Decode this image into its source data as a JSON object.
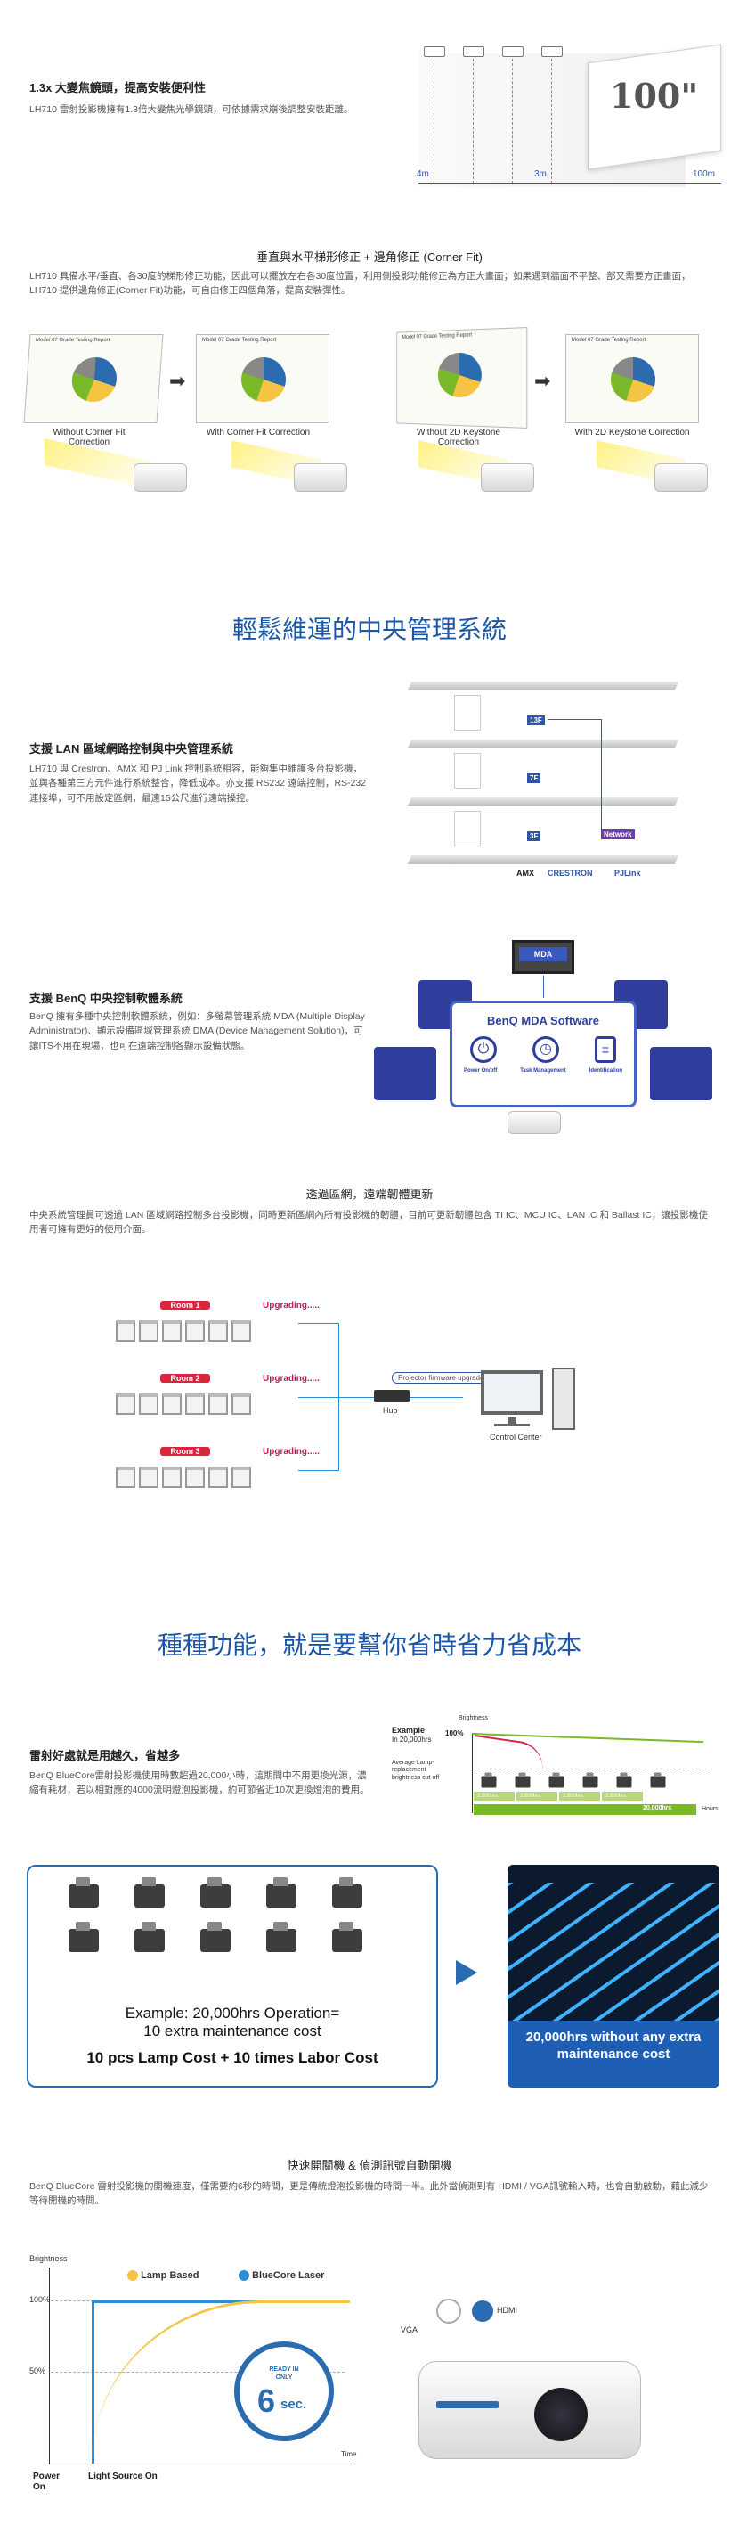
{
  "zoom": {
    "title": "1.3x 大變焦鏡頭，提高安裝便利性",
    "body": "LH710 雷射投影機擁有1.3倍大變焦光學鏡頭，可依據需求崩後調整安裝距離。",
    "screen_label": "100\"",
    "dist_labels": [
      "4m",
      "3m",
      "100m"
    ]
  },
  "keystone": {
    "title": "垂直與水平梯形修正 + 邊角修正 (Corner Fit)",
    "body": "LH710 具備水平/垂直、各30度的梯形修正功能，因此可以擺放左右各30度位置，利用側投影功能修正為方正大畫面；如果遇到牆面不平整、部又需要方正畫面，LH710 提供邊角修正(Corner Fit)功能，可自由修正四個角落，提高安裝彈性。",
    "report_title": "Model 07 Grade Testing Report",
    "captions": [
      "Without Corner Fit Correction",
      "With Corner Fit Correction",
      "Without 2D Keystone Correction",
      "With 2D Keystone Correction"
    ]
  },
  "central": {
    "heading": "輕鬆維運的中央管理系統"
  },
  "lan": {
    "title": "支援 LAN 區域網路控制與中央管理系統",
    "body": "LH710 與 Crestron、AMX 和 PJ Link 控制系統相容，能夠集中維護多台投影機，並與各種第三方元件進行系統整合，降低成本。亦支援 RS232 遠端控制，RS-232連接埠，可不用設定區網，最遠15公尺進行遠端操控。",
    "floors": [
      "13F",
      "7F",
      "3F"
    ],
    "network_label": "Network",
    "brand_labels": [
      "AMX",
      "CRESTRON",
      "PJLink"
    ]
  },
  "mda": {
    "title": "支援 BenQ 中央控制軟體系統",
    "body": "BenQ 擁有多種中央控制軟體系統，例如：多螢幕管理系統 MDA (Multiple Display Administrator)、顯示設備區域管理系統 DMA (Device Management Solution)，可讓ITS不用在現場，也可在遠端控制各顯示設備狀態。",
    "badge": "MDA",
    "panel_title": "BenQ MDA Software",
    "features": [
      "Power On/off",
      "Task Management",
      "Identification"
    ]
  },
  "ota": {
    "title": "透過區網，遠端韌體更新",
    "body": "中央系統管理員可透過 LAN 區域網路控制多台投影機，同時更新區網內所有投影機的韌體，目前可更新韌體包含 TI IC、MCU IC、LAN IC 和 Ballast IC，讓投影機使用者可擁有更好的使用介面。",
    "rooms": [
      "Room 1",
      "Room 2",
      "Room 3"
    ],
    "upgrading": "Upgrading.....",
    "fw_label": "Projector firmware upgrade",
    "hub_label": "Hub",
    "control_label": "Control Center"
  },
  "features": {
    "heading": "種種功能，就是要幫你省時省力省成本"
  },
  "laser": {
    "title": "雷射好處就是用越久，省越多",
    "body": "BenQ BlueCore雷射投影機使用時數超過20,000小時，這期間中不用更換光源，濃縮有耗材，若以相對應的4000流明燈泡投影機，約可節省近10次更換燈泡的費用。",
    "chart_example": "Example",
    "chart_hours": "In 20,000hrs",
    "brightness_label": "Brightness",
    "pct_label": "100%",
    "cutoff_label": "Average Lamp-replacement brightness cut off",
    "bar_labels": [
      "2,000hrs",
      "2,000hrs",
      "2,000hrs",
      "2,000hrs"
    ],
    "end_label": "20,000hrs",
    "hours_label": "Hours"
  },
  "cost": {
    "example_line1": "Example: 20,000hrs Operation=",
    "example_line2": "10 extra maintenance cost",
    "cost_line": "10 pcs Lamp Cost + 10 times Labor Cost",
    "no_cost": "20,000hrs without any extra maintenance cost"
  },
  "quick": {
    "title": "快速開關機 & 偵測訊號自動開機",
    "body": "BenQ BlueCore 雷射投影機的開機速度，僅需要約6秒的時間，更是傳統燈泡投影機的時間一半。此外當偵測到有 HDMI / VGA訊號輸入時，也會自動啟動，藉此減少等待開機的時間。",
    "y_label": "Brightness",
    "y_ticks": [
      "100%",
      "50%"
    ],
    "legend": [
      "Lamp Based",
      "BlueCore Laser"
    ],
    "ready_lines": [
      "READY IN",
      "ONLY"
    ],
    "ready_num": "6",
    "ready_unit": "sec.",
    "time_label": "Time",
    "x_labels": [
      "Power On",
      "Light Source On"
    ],
    "port_labels": [
      "VGA",
      "HDMI"
    ]
  },
  "colors": {
    "accent_blue": "#1a56a8",
    "laser_green": "#7ab929",
    "room_red": "#d9253e",
    "upgrade_pink": "#c2185b",
    "laser_yellow": "#f6c443",
    "laser_blue": "#2b8ed6"
  }
}
